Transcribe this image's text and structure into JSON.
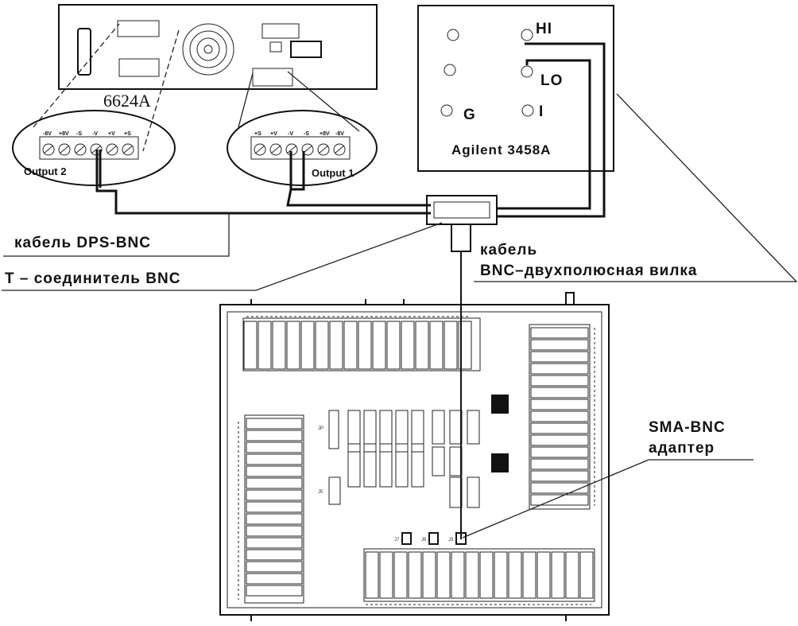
{
  "power_supply": {
    "model": "6624A",
    "output2_label": "Output 2",
    "output1_label": "Output 1",
    "output2_terminals": [
      "-8V",
      "+8V",
      "-S",
      "-V",
      "+V",
      "+S"
    ],
    "output1_terminals": [
      "+S",
      "+V",
      "-V",
      "-S",
      "+8V",
      "-8V"
    ]
  },
  "multimeter": {
    "model": "Agilent 3458A",
    "hi_label": "HI",
    "lo_label": "LO",
    "g_label": "G",
    "i_label": "I"
  },
  "labels": {
    "dps_cable": "кабель  DPS-BNC",
    "t_connector": "T – соединитель BNC",
    "bnc_cable_line1": "кабель",
    "bnc_cable_line2": "BNC–двухполюсная вилка",
    "sma_adapter_line1": "SMA-BNC",
    "sma_adapter_line2": "адаптер"
  },
  "colors": {
    "ink": "#111111",
    "paper": "#ffffff"
  }
}
